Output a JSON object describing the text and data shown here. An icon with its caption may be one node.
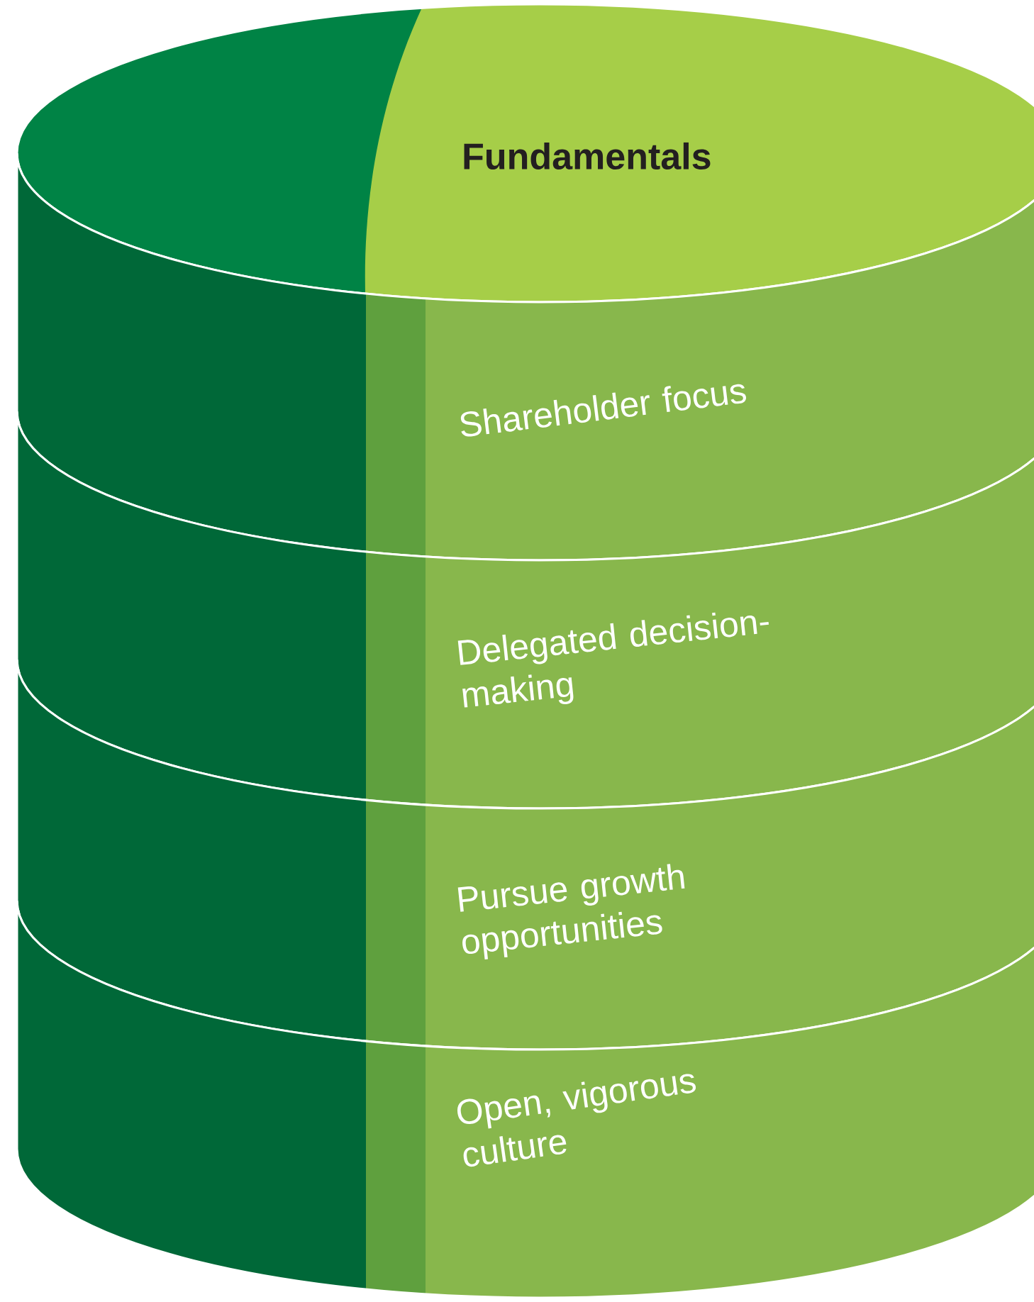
{
  "diagram": {
    "nodes": [
      {
        "text": [
          "Fundamentals"
        ]
      },
      {
        "text": [
          "Shareholder focus"
        ]
      },
      {
        "text": [
          "Delegated decision-making"
        ]
      },
      {
        "text": [
          "Pursue growth opportunities"
        ]
      },
      {
        "text": [
          "Open, vigorous culture"
        ]
      }
    ]
  }
}
